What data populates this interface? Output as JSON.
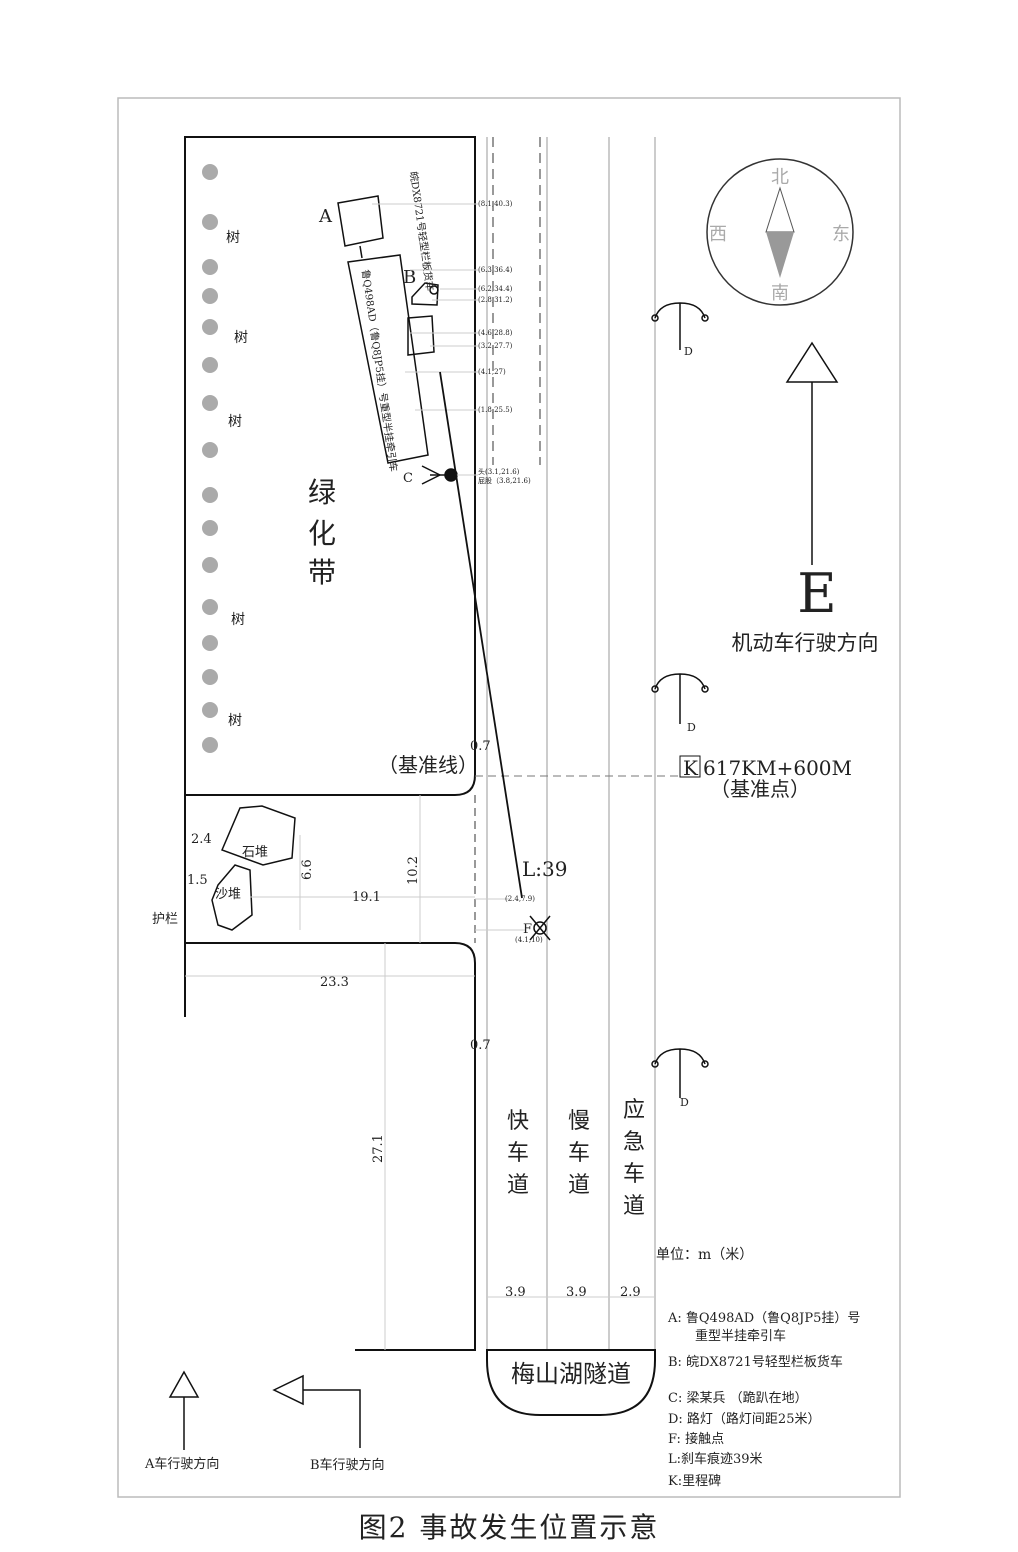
{
  "trees": [
    "树",
    "树",
    "树",
    "树",
    "树"
  ],
  "green_belt": [
    "绿",
    "化",
    "带"
  ],
  "vehicles": {
    "a_label": "A",
    "b_label": "B",
    "c_label": "C",
    "a_text": "鲁Q498AD（鲁Q8JP5挂）号重型半挂牵引车",
    "b_text": "皖DX8721号轻型栏板货车"
  },
  "coords": [
    "(8.1,40.3)",
    "(6.3,36.4)",
    "(6.2,34.4)",
    "(2.8,31.2)",
    "(4.6,28.8)",
    "(3.2,27.7)",
    "(4.1,27)",
    "(1.8,25.5)",
    "头(3.1,21.6)",
    "屁股（3.8,21.6)",
    "(2.4,7.9)",
    "(4.1,10)"
  ],
  "lamp_label": "D",
  "compass": {
    "n": "北",
    "s": "南",
    "w": "西",
    "e": "东"
  },
  "direction": {
    "letter": "E",
    "text": "机动车行驶方向"
  },
  "reference": {
    "line": "（基准线）",
    "milestone_k": "K",
    "milestone": "617KM+600M",
    "point": "（基准点）"
  },
  "dims": {
    "d07a": "0.7",
    "d07b": "0.7",
    "d24": "2.4",
    "d15": "1.5",
    "d66": "6.6",
    "d102": "10.2",
    "d191": "19.1",
    "d233": "23.3",
    "d271": "27.1",
    "w1": "3.9",
    "w2": "3.9",
    "w3": "2.9"
  },
  "piles": {
    "stone": "石堆",
    "sand": "沙堆",
    "guardrail": "护栏"
  },
  "skid": "L:39",
  "contact": "F",
  "lanes": {
    "fast": [
      "快",
      "车",
      "道"
    ],
    "slow": [
      "慢",
      "车",
      "道"
    ],
    "emergency": [
      "应",
      "急",
      "车",
      "道"
    ]
  },
  "unit": "单位：m（米）",
  "tunnel": "梅山湖隧道",
  "legend": [
    "A:  鲁Q498AD（鲁Q8JP5挂）号",
    "重型半挂牵引车",
    "B:  皖DX8721号轻型栏板货车",
    "C:  梁某兵 （跪趴在地）",
    "D:  路灯（路灯间距25米）",
    "F:  接触点",
    "L:刹车痕迹39米",
    "K:里程碑"
  ],
  "arrows": {
    "a": "A车行驶方向",
    "b": "B车行驶方向"
  },
  "caption": "图2  事故发生位置示意"
}
